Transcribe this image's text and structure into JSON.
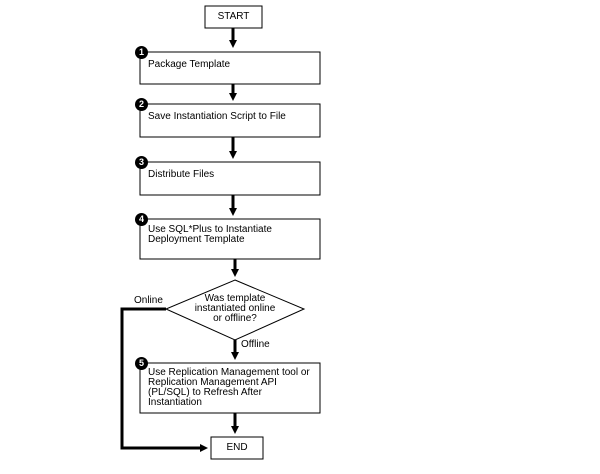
{
  "start_label": "START",
  "end_label": "END",
  "steps": [
    {
      "number": "1",
      "text": "Package Template"
    },
    {
      "number": "2",
      "text": "Save Instantiation Script to File"
    },
    {
      "number": "3",
      "text": "Distribute Files"
    },
    {
      "number": "4",
      "text": "Use SQL*Plus to Instantiate Deployment Template"
    },
    {
      "number": "5",
      "text": "Use Replication Management tool or Replication Management API (PL/SQL) to Refresh After Instantiation"
    }
  ],
  "decision": {
    "line1": "Was template",
    "line2": "instantiated online",
    "line3": "or offline?"
  },
  "branches": {
    "online": "Online",
    "offline": "Offline"
  }
}
